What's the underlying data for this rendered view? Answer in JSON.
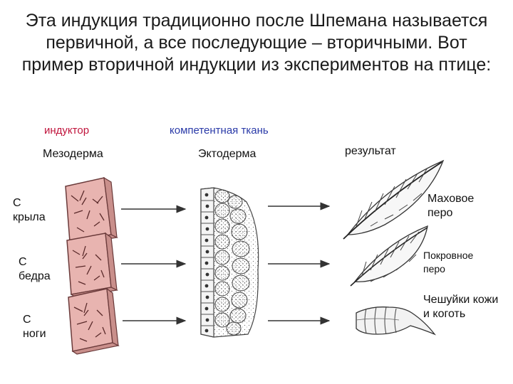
{
  "slide": {
    "title": "Эта индукция традиционно после Шпемана называется первичной, а все последующие – вторичными. Вот пример вторичной индукции из экспериментов на птице:"
  },
  "diagram": {
    "header_inductor": "индуктор",
    "header_competent": "компетентная ткань",
    "column_mesoderm": "Мезодерма",
    "column_ectoderm": "Эктодерма",
    "column_result": "результат",
    "rows": [
      {
        "source_line1": "С",
        "source_line2": "крыла",
        "result_line1": "Маховое",
        "result_line2": "перо"
      },
      {
        "source_line1": "С",
        "source_line2": "бедра",
        "result_line1": "Покровное",
        "result_line2": "перо"
      },
      {
        "source_line1": "С",
        "source_line2": "ноги",
        "result_line1": "Чешуйки кожи",
        "result_line2": "и коготь"
      }
    ],
    "colors": {
      "inductor_label": "#c0143c",
      "competent_label": "#2a3aa8",
      "mesoderm_fill": "#e8b4b0",
      "mesoderm_stroke": "#6a3a3a"
    }
  }
}
